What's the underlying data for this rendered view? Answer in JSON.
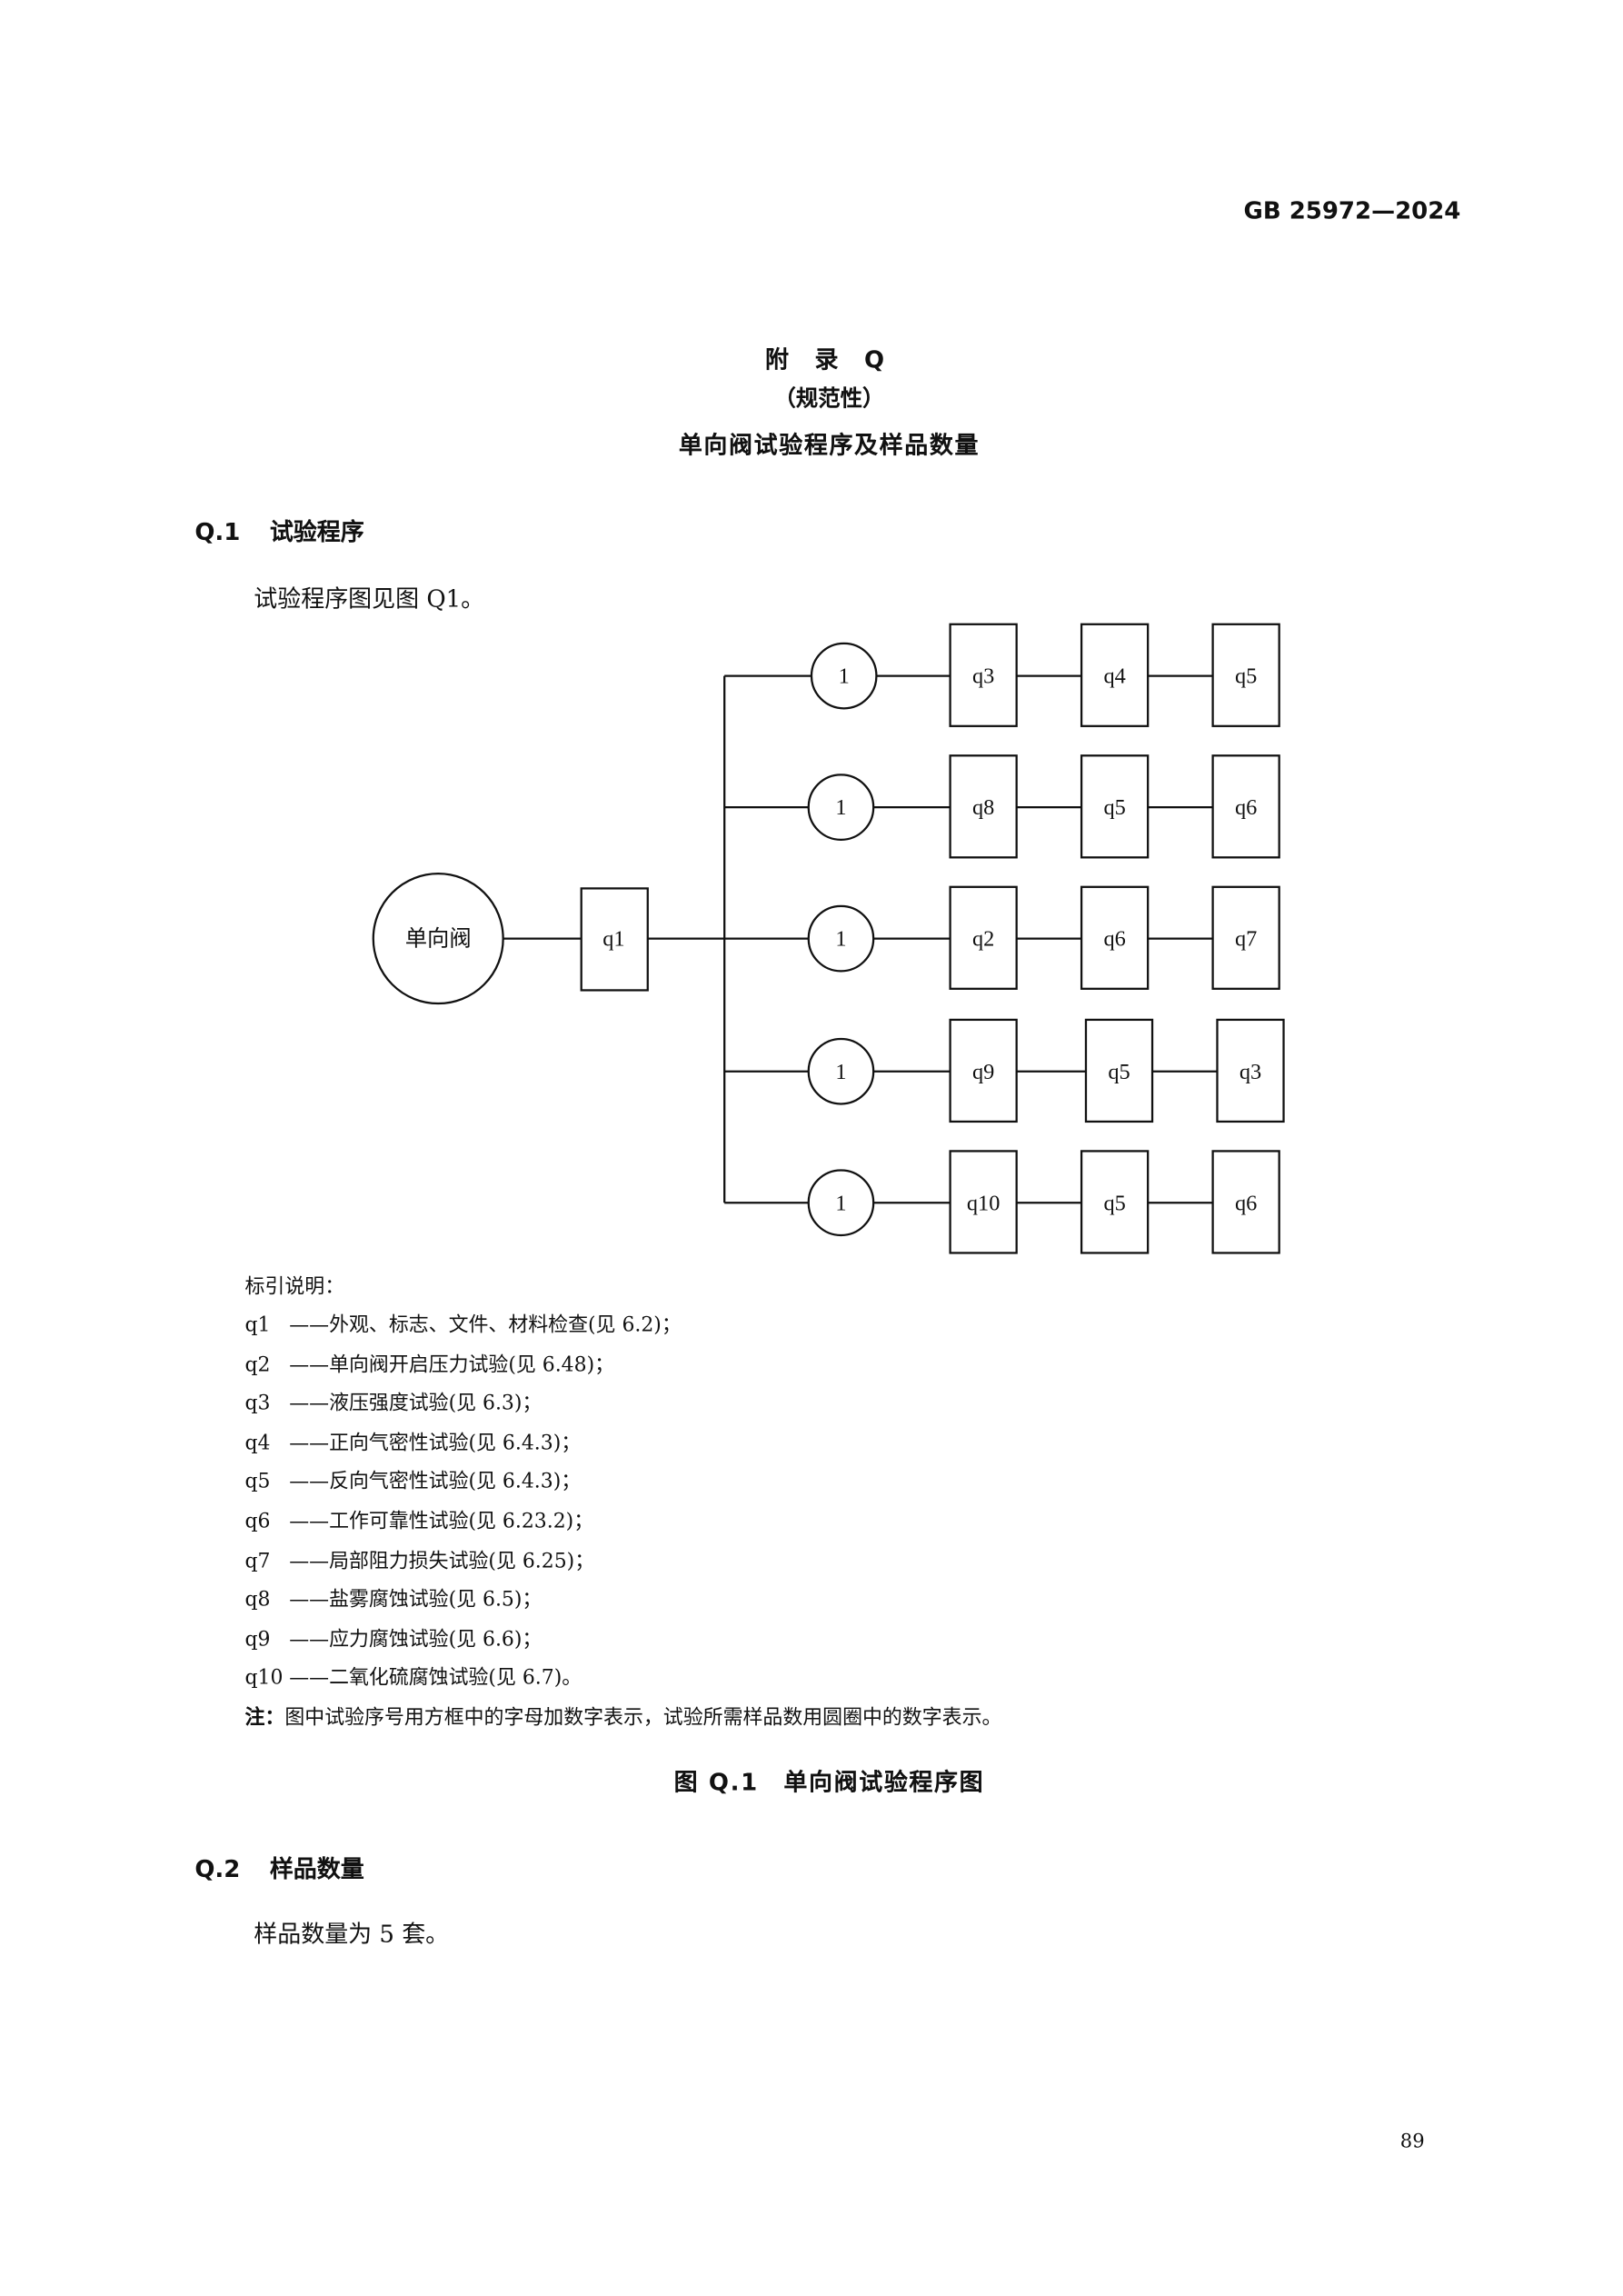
{
  "header": {
    "doc_number": "GB 25972—2024"
  },
  "annex": {
    "label": "附 录 Q",
    "nature": "（规范性）",
    "title": "单向阀试验程序及样品数量"
  },
  "sections": [
    {
      "number": "Q.1",
      "title": "试验程序",
      "text": "试验程序图见图 Q1。"
    },
    {
      "number": "Q.2",
      "title": "样品数量",
      "text": "样品数量为 5 套。"
    }
  ],
  "diagram": {
    "root": "单向阀",
    "first": "q1",
    "branches": [
      {
        "samples": "1",
        "tests": [
          "q3",
          "q4",
          "q5"
        ]
      },
      {
        "samples": "1",
        "tests": [
          "q8",
          "q5",
          "q6"
        ]
      },
      {
        "samples": "1",
        "tests": [
          "q2",
          "q6",
          "q7"
        ]
      },
      {
        "samples": "1",
        "tests": [
          "q9",
          "q5",
          "q3"
        ]
      },
      {
        "samples": "1",
        "tests": [
          "q10",
          "q5",
          "q6"
        ]
      }
    ]
  },
  "legend": {
    "title": "标引说明：",
    "items": [
      {
        "key": "q1",
        "text": "——外观、标志、文件、材料检查(见 6.2)；"
      },
      {
        "key": "q2",
        "text": "——单向阀开启压力试验(见 6.48)；"
      },
      {
        "key": "q3",
        "text": "——液压强度试验(见 6.3)；"
      },
      {
        "key": "q4",
        "text": "——正向气密性试验(见 6.4.3)；"
      },
      {
        "key": "q5",
        "text": "——反向气密性试验(见 6.4.3)；"
      },
      {
        "key": "q6",
        "text": "——工作可靠性试验(见 6.23.2)；"
      },
      {
        "key": "q7",
        "text": "——局部阻力损失试验(见 6.25)；"
      },
      {
        "key": "q8",
        "text": "——盐雾腐蚀试验(见 6.5)；"
      },
      {
        "key": "q9",
        "text": "——应力腐蚀试验(见 6.6)；"
      },
      {
        "key": "q10",
        "text": "——二氧化硫腐蚀试验(见 6.7)。"
      }
    ],
    "note_label": "注：",
    "note": "图中试验序号用方框中的字母加数字表示，试验所需样品数用圆圈中的数字表示。"
  },
  "figure_caption": "图 Q.1　单向阀试验程序图",
  "page_number": "89"
}
